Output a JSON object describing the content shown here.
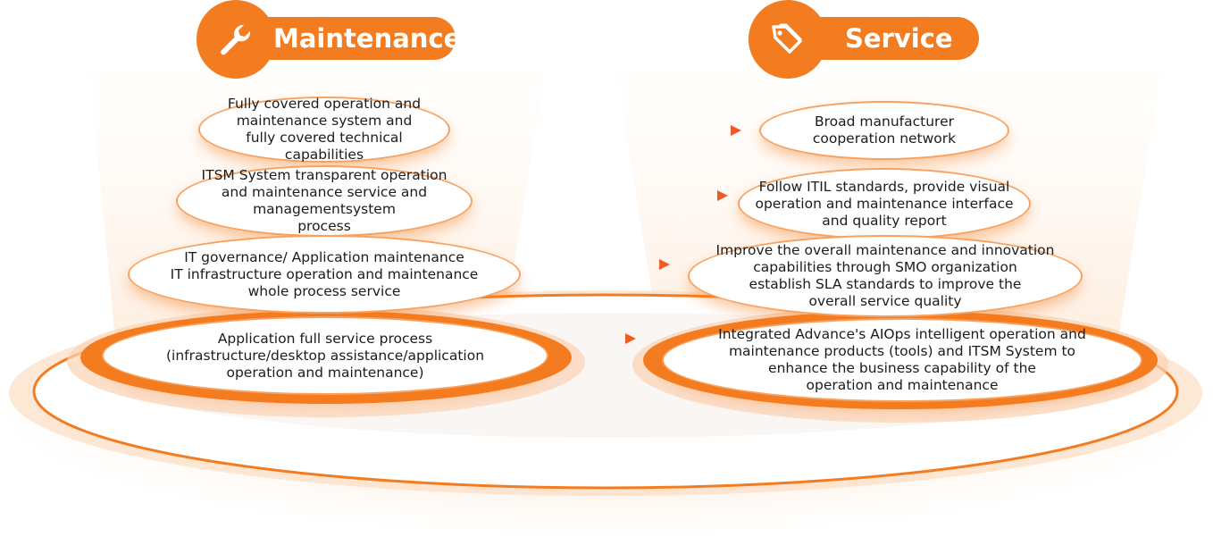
{
  "colors": {
    "accent": "#f47c20",
    "accent_light": "#f8a261",
    "text": "#1c1c1c"
  },
  "columns": {
    "maintenance": {
      "title": "Maintenance",
      "icon": "wrench-icon",
      "items": [
        "Fully covered operation and\nmaintenance system and\nfully covered technical\ncapabilities",
        "ITSM System transparent operation\nand maintenance service and\nmanagementsystem\nprocess",
        "IT governance/ Application maintenance\nIT infrastructure operation and maintenance\nwhole process service",
        "Application full service process\n(infrastructure/desktop assistance/application\noperation and maintenance)"
      ]
    },
    "service": {
      "title": "Service",
      "icon": "tag-icon",
      "items": [
        "Broad manufacturer\ncooperation network",
        "Follow ITIL standards, provide visual\noperation and maintenance interface\nand quality report",
        "Improve the overall maintenance and innovation\ncapabilities through SMO organization\nestablish SLA standards to improve the\noverall service quality",
        "Integrated Advance's AIOps intelligent operation and\nmaintenance products (tools) and ITSM System to\nenhance the business capability of the\noperation and maintenance"
      ]
    }
  }
}
